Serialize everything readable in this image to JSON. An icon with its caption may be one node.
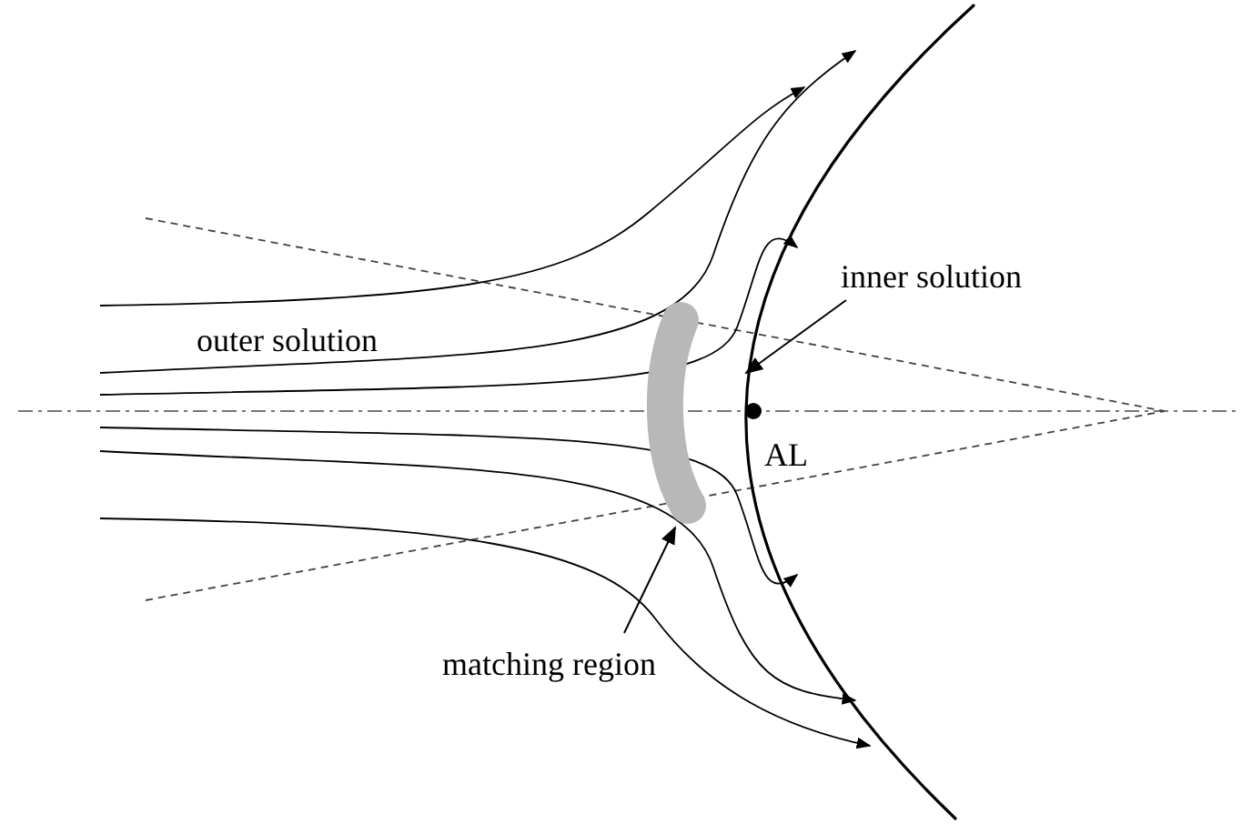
{
  "diagram": {
    "nodes": [
      {
        "text": [
          "inner solution"
        ]
      },
      {
        "text": [
          "matching region"
        ]
      },
      {
        "text": [],
        "shape": "blob"
      },
      {
        "text": [],
        "shape": "curve"
      }
    ],
    "edges": [
      {
        "from": 0,
        "to": 3,
        "arrow": "to"
      },
      {
        "from": 1,
        "to": 2,
        "arrow": "to"
      }
    ],
    "labels": [
      "outer solution",
      "AL"
    ]
  }
}
